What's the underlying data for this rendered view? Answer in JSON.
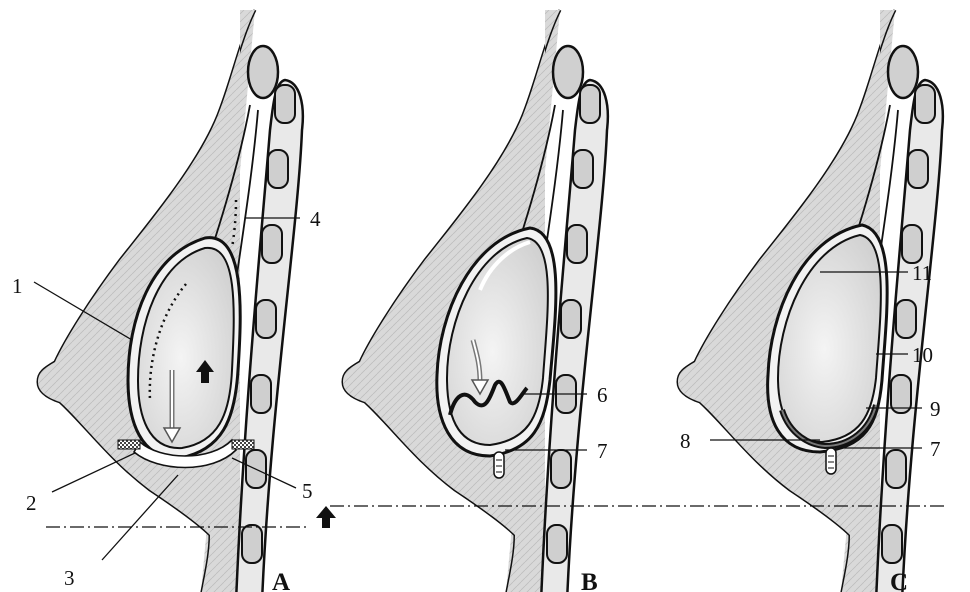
{
  "figure": {
    "panels": [
      {
        "id": "A",
        "label": "A",
        "callouts": [
          "1",
          "2",
          "3",
          "4",
          "5"
        ]
      },
      {
        "id": "B",
        "label": "B",
        "callouts": [
          "6",
          "7"
        ]
      },
      {
        "id": "C",
        "label": "C",
        "callouts": [
          "8",
          "9",
          "10",
          "11",
          "7"
        ]
      }
    ],
    "colors": {
      "outline": "#111111",
      "tissue": "#d8d8d8",
      "implant": "#ebebeb",
      "background": "#ffffff"
    },
    "icons": [
      "up-arrow-icon",
      "down-arrow-icon",
      "mesh-patch-icon",
      "dash-dot-reference-line"
    ]
  }
}
